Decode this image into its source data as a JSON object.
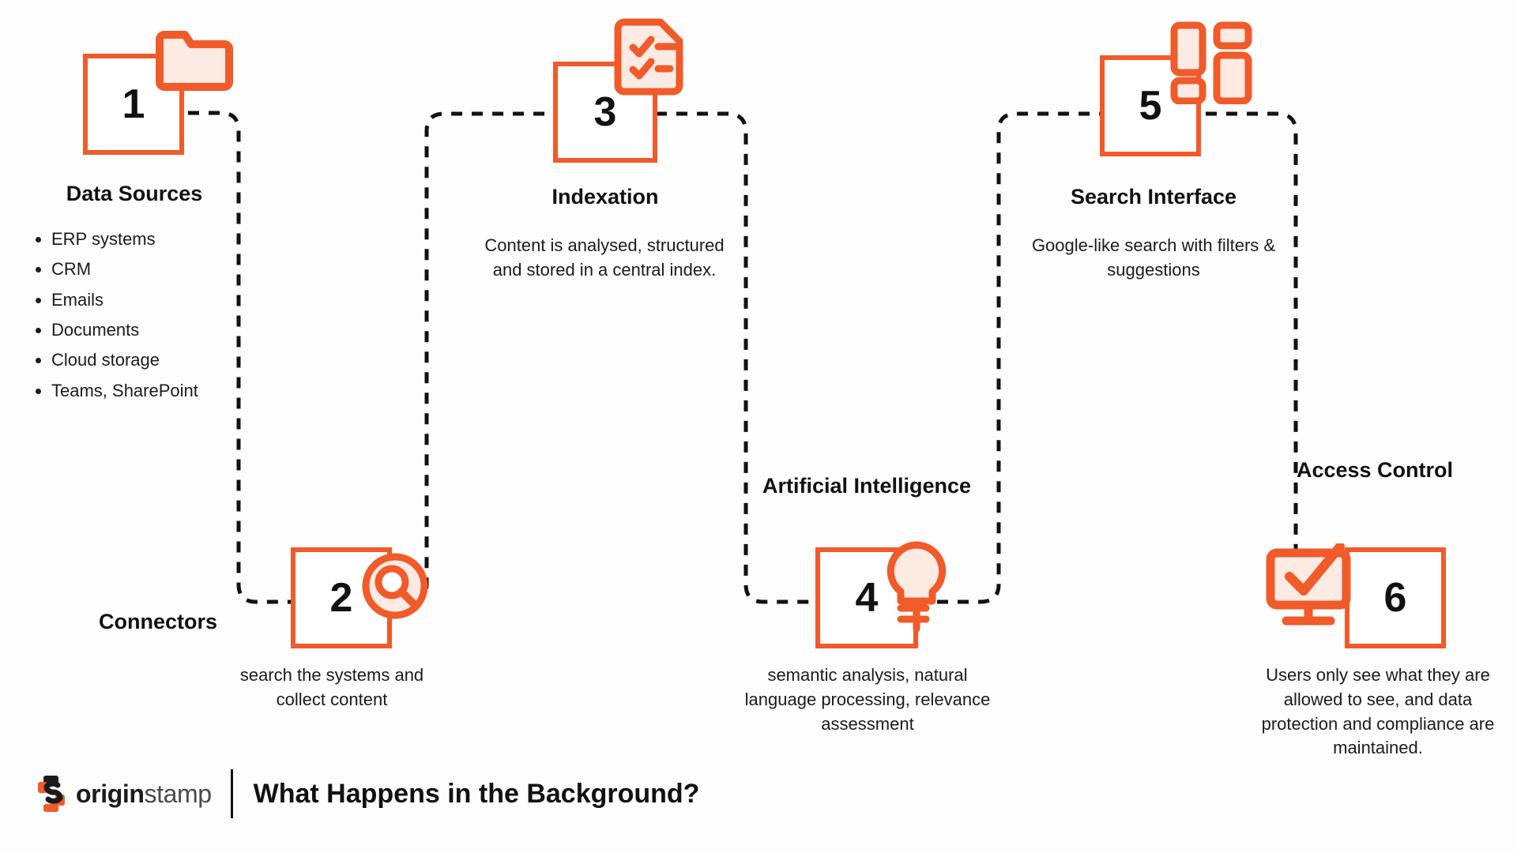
{
  "meta": {
    "accent": "#f15a29",
    "accent_fill": "#fde9e2",
    "text": "#1b1b1b",
    "wire": "#111111"
  },
  "steps": [
    {
      "number": "1",
      "title": "Data Sources",
      "icon": "folder-icon",
      "desc": "",
      "bullets": [
        "ERP systems",
        "CRM",
        "Emails",
        "Documents",
        "Cloud storage",
        "Teams, SharePoint"
      ]
    },
    {
      "number": "2",
      "title": "Connectors",
      "icon": "magnifier-icon",
      "desc": "search the systems and collect content",
      "bullets": []
    },
    {
      "number": "3",
      "title": "Indexation",
      "icon": "checklist-document-icon",
      "desc": "Content is analysed, structured and stored in a central index.",
      "bullets": []
    },
    {
      "number": "4",
      "title": "Artificial Intelligence",
      "icon": "lightbulb-icon",
      "desc": "semantic analysis, natural language processing, relevance assessment",
      "bullets": []
    },
    {
      "number": "5",
      "title": "Search Interface",
      "icon": "dashboard-layout-icon",
      "desc": "Google-like search with filters & suggestions",
      "bullets": []
    },
    {
      "number": "6",
      "title": "Access Control",
      "icon": "monitor-check-icon",
      "desc": "Users only see what they are allowed to see, and data protection and compliance are maintained.",
      "bullets": []
    }
  ],
  "footer": {
    "logo_bold": "origin",
    "logo_light": "stamp",
    "headline": "What Happens in the Background?"
  }
}
